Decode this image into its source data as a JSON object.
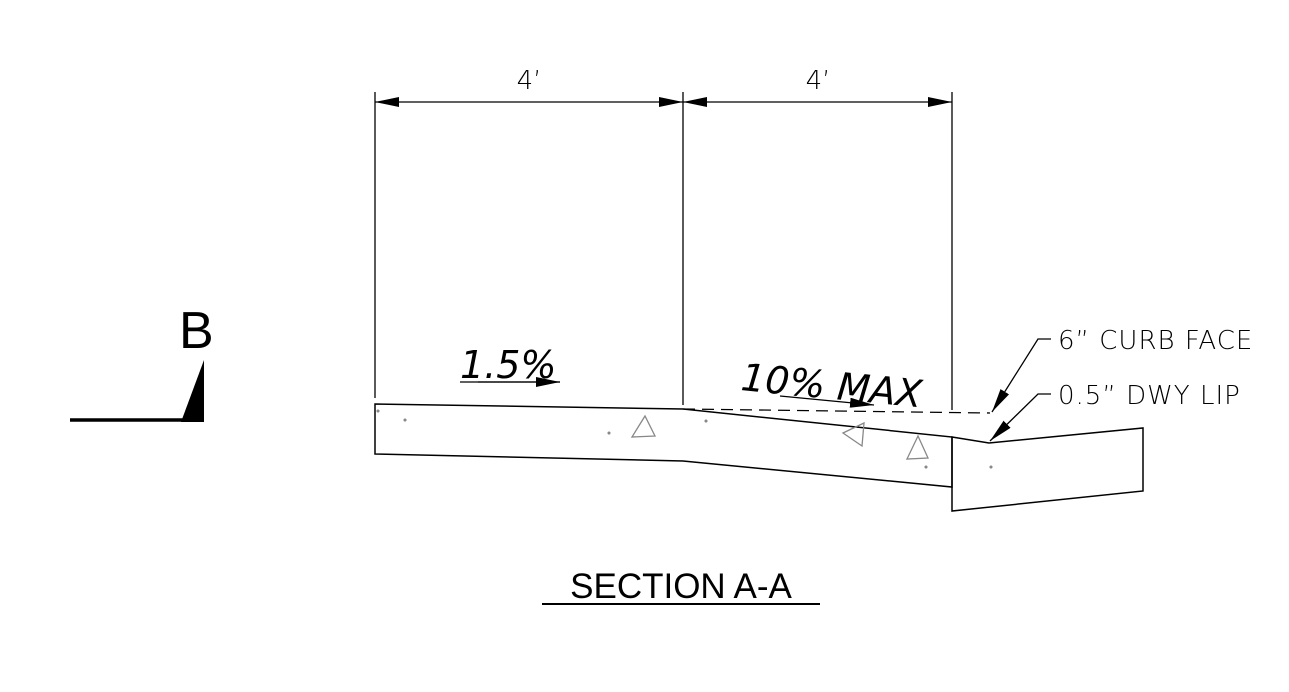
{
  "dimensions": {
    "left_width": "4’",
    "right_width": "4’"
  },
  "slopes": {
    "left": "1.5%",
    "right": "10% MAX"
  },
  "callouts": {
    "curb_face": "6” CURB FACE",
    "driveway_lip": "0.5” DWY LIP"
  },
  "section_marker": {
    "letter": "B"
  },
  "title": "SECTION A-A",
  "colors": {
    "line": "#000000",
    "aggregate_symbol": "#888888",
    "background": "#ffffff"
  }
}
